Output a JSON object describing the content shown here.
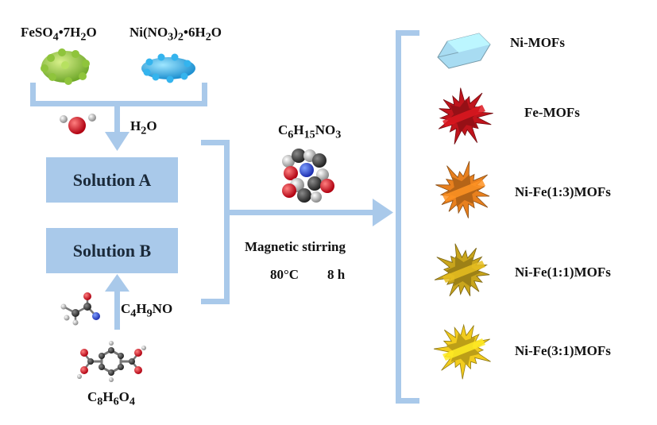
{
  "reagents": {
    "feso4": {
      "main": "FeSO",
      "sub1": "4",
      "rest": "•7H",
      "sub2": "2",
      "end": "O"
    },
    "nino3": {
      "a": "Ni(NO",
      "s1": "3",
      "b": ")",
      "s2": "2",
      "c": "•6H",
      "s3": "2",
      "d": "O"
    },
    "water": {
      "a": "H",
      "s1": "2",
      "b": "O"
    },
    "tea": {
      "a": "C",
      "s1": "6",
      "b": "H",
      "s2": "15",
      "c": "NO",
      "s3": "3"
    },
    "dma": {
      "a": "C",
      "s1": "4",
      "b": "H",
      "s2": "9",
      "c": "NO"
    },
    "bdc": {
      "a": "C",
      "s1": "8",
      "b": "H",
      "s2": "6",
      "c": "O",
      "s3": "4"
    }
  },
  "solutions": {
    "a": "Solution A",
    "b": "Solution B"
  },
  "process": {
    "stirring": "Magnetic stirring",
    "temperature": "80°C",
    "time": "8 h"
  },
  "products": [
    {
      "label": "Ni-MOFs",
      "color": "#a8dcf2",
      "icon": "ni-mof-crystal-icon"
    },
    {
      "label": "Fe-MOFs",
      "color": "#c0141c",
      "icon": "fe-mof-crystal-icon"
    },
    {
      "label": "Ni-Fe(1:3)MOFs",
      "color": "#e8801e",
      "icon": "nife13-crystal-icon"
    },
    {
      "label": "Ni-Fe(1:1)MOFs",
      "color": "#c9a51c",
      "icon": "nife11-crystal-icon"
    },
    {
      "label": "Ni-Fe(3:1)MOFs",
      "color": "#f2cc1e",
      "icon": "nife31-crystal-icon"
    }
  ],
  "colors": {
    "arrow": "#a9c9ea",
    "box": "#a9c9ea"
  }
}
